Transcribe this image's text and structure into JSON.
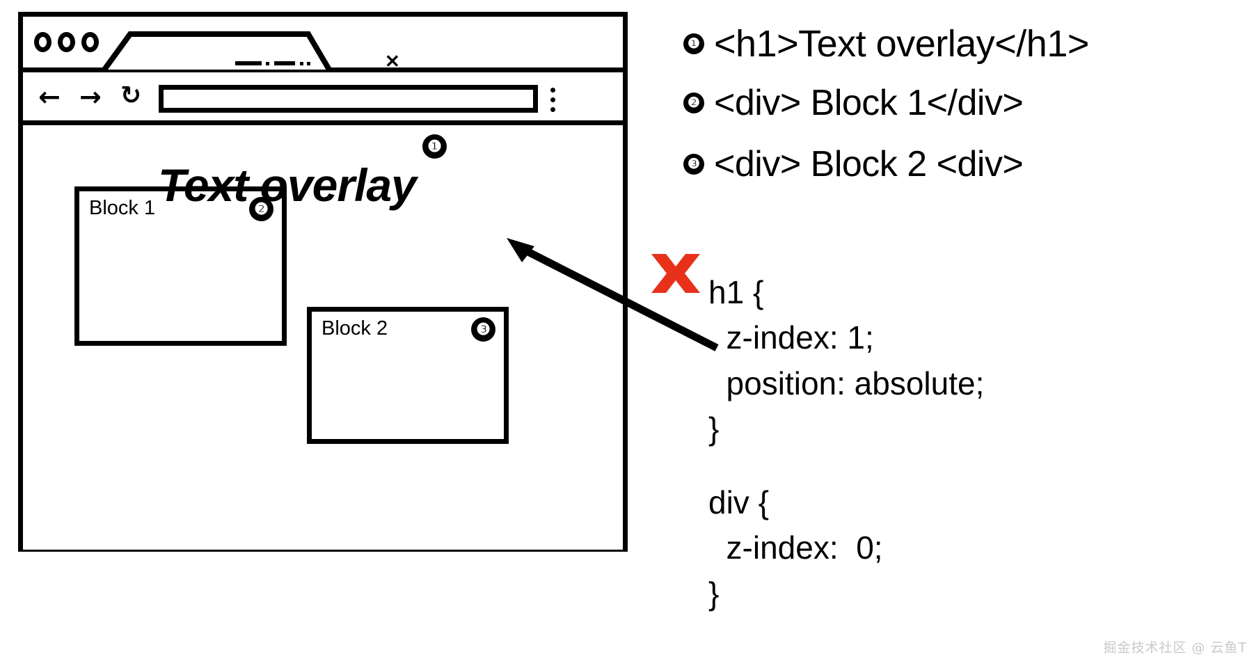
{
  "browser": {
    "titlebar": {
      "window_dots": [
        "close",
        "minimize",
        "maximize"
      ],
      "tab_close_label": "✕",
      "tab_title_placeholder": ""
    },
    "toolbar": {
      "back_icon_glyph": "←",
      "forward_icon_glyph": "→",
      "reload_icon_glyph": "↻",
      "address_value": "",
      "menu_label": ""
    },
    "page": {
      "h1_text": "Text overlay",
      "h1_marker": "❶",
      "blocks": [
        {
          "label": "Block 1",
          "marker": "❷"
        },
        {
          "label": "Block 2",
          "marker": "❸"
        }
      ]
    }
  },
  "annotation": {
    "cross_color": "#e8311a",
    "arrow_color": "#000000",
    "legend": [
      {
        "marker": "❶",
        "code": "<h1>Text overlay</h1>"
      },
      {
        "marker": "❷",
        "code": "<div> Block 1</div>"
      },
      {
        "marker": "❸",
        "code": "<div> Block 2 <div>"
      }
    ],
    "css_rules": [
      "h1 {\n  z-index: 1;\n  position: absolute;\n}",
      "div {\n  z-index:  0;\n}"
    ]
  },
  "watermark": "掘金技术社区 @ 云鱼T"
}
